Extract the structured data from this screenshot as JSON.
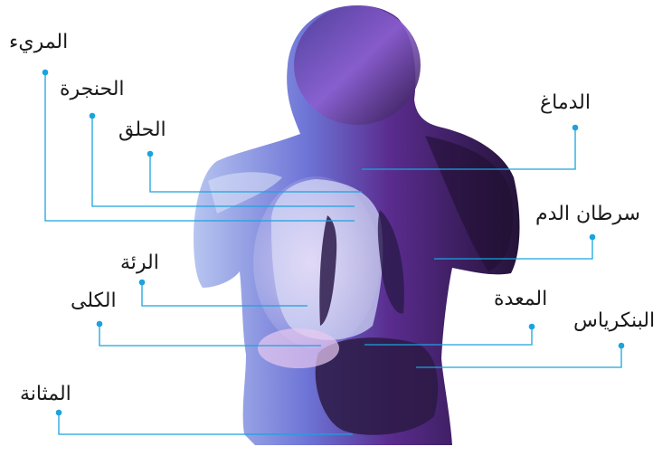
{
  "labels": {
    "esophagus": "المريء",
    "larynx": "الحنجرة",
    "pharynx": "الحلق",
    "brain": "الدماغ",
    "leukemia": "سرطان الدم",
    "lung": "الرئة",
    "kidneys": "الكلى",
    "stomach": "المعدة",
    "pancreas": "البنكرياس",
    "bladder": "المثانة"
  },
  "colors": {
    "leader_line": "#1aa3de",
    "body_dark": "#2a1740",
    "body_purple": "#7a3fb0",
    "body_blue": "#5a7fd8",
    "body_light": "#b9c7f2"
  }
}
